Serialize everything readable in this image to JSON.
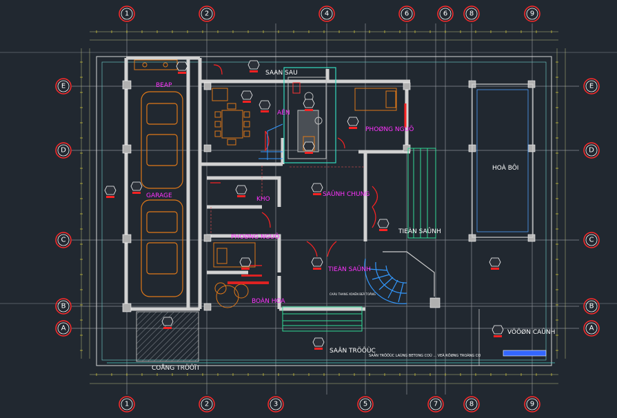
{
  "axes": {
    "columns": [
      "1",
      "2",
      "3",
      "4",
      "5",
      "6",
      "7",
      "8",
      "9"
    ],
    "rows": [
      "E",
      "D",
      "C",
      "B",
      "A"
    ]
  },
  "rooms": {
    "bep": "BEAP",
    "san_sau": "SAAN SAU",
    "an": "AÊN",
    "phong_ngu_1": "PHOØNG NGUÕ",
    "ho_boi": "HOÀ BÔI",
    "garage": "GARAGE",
    "kho": "KHO",
    "sanh_chung": "SAÛNH CHUNG",
    "tien_sanh_1": "TIEÀN SAÛNH",
    "phong_ngu_2": "PHOØNG NGUÕ",
    "tien_sanh_2": "TIEÀN SAÛNH",
    "bon_hoa": "BOÀN HOA",
    "vuon_canh": "VÖÔØN CAÛNH",
    "san_truoc": "SAÂN TRÖÔÙC",
    "cong_truot": "COÅNG TRÖÔÏT"
  },
  "notes": {
    "front_note": "SAÂN TRÖÔÙC LAÙNG BETONG COÙ ... VEÀ RÖØNG TROÀNG CO",
    "stair_note": "CAÀU THANG XOAÉN BEÂ TOÂNG"
  },
  "colors": {
    "background": "#212830",
    "wall": "#c8c8c8",
    "room_label": "#ff33ff",
    "dimension": "#ffee33",
    "car": "#e07818",
    "stair": "#3399ff",
    "pool": "#d0d0d0",
    "door": "#ff2222"
  }
}
